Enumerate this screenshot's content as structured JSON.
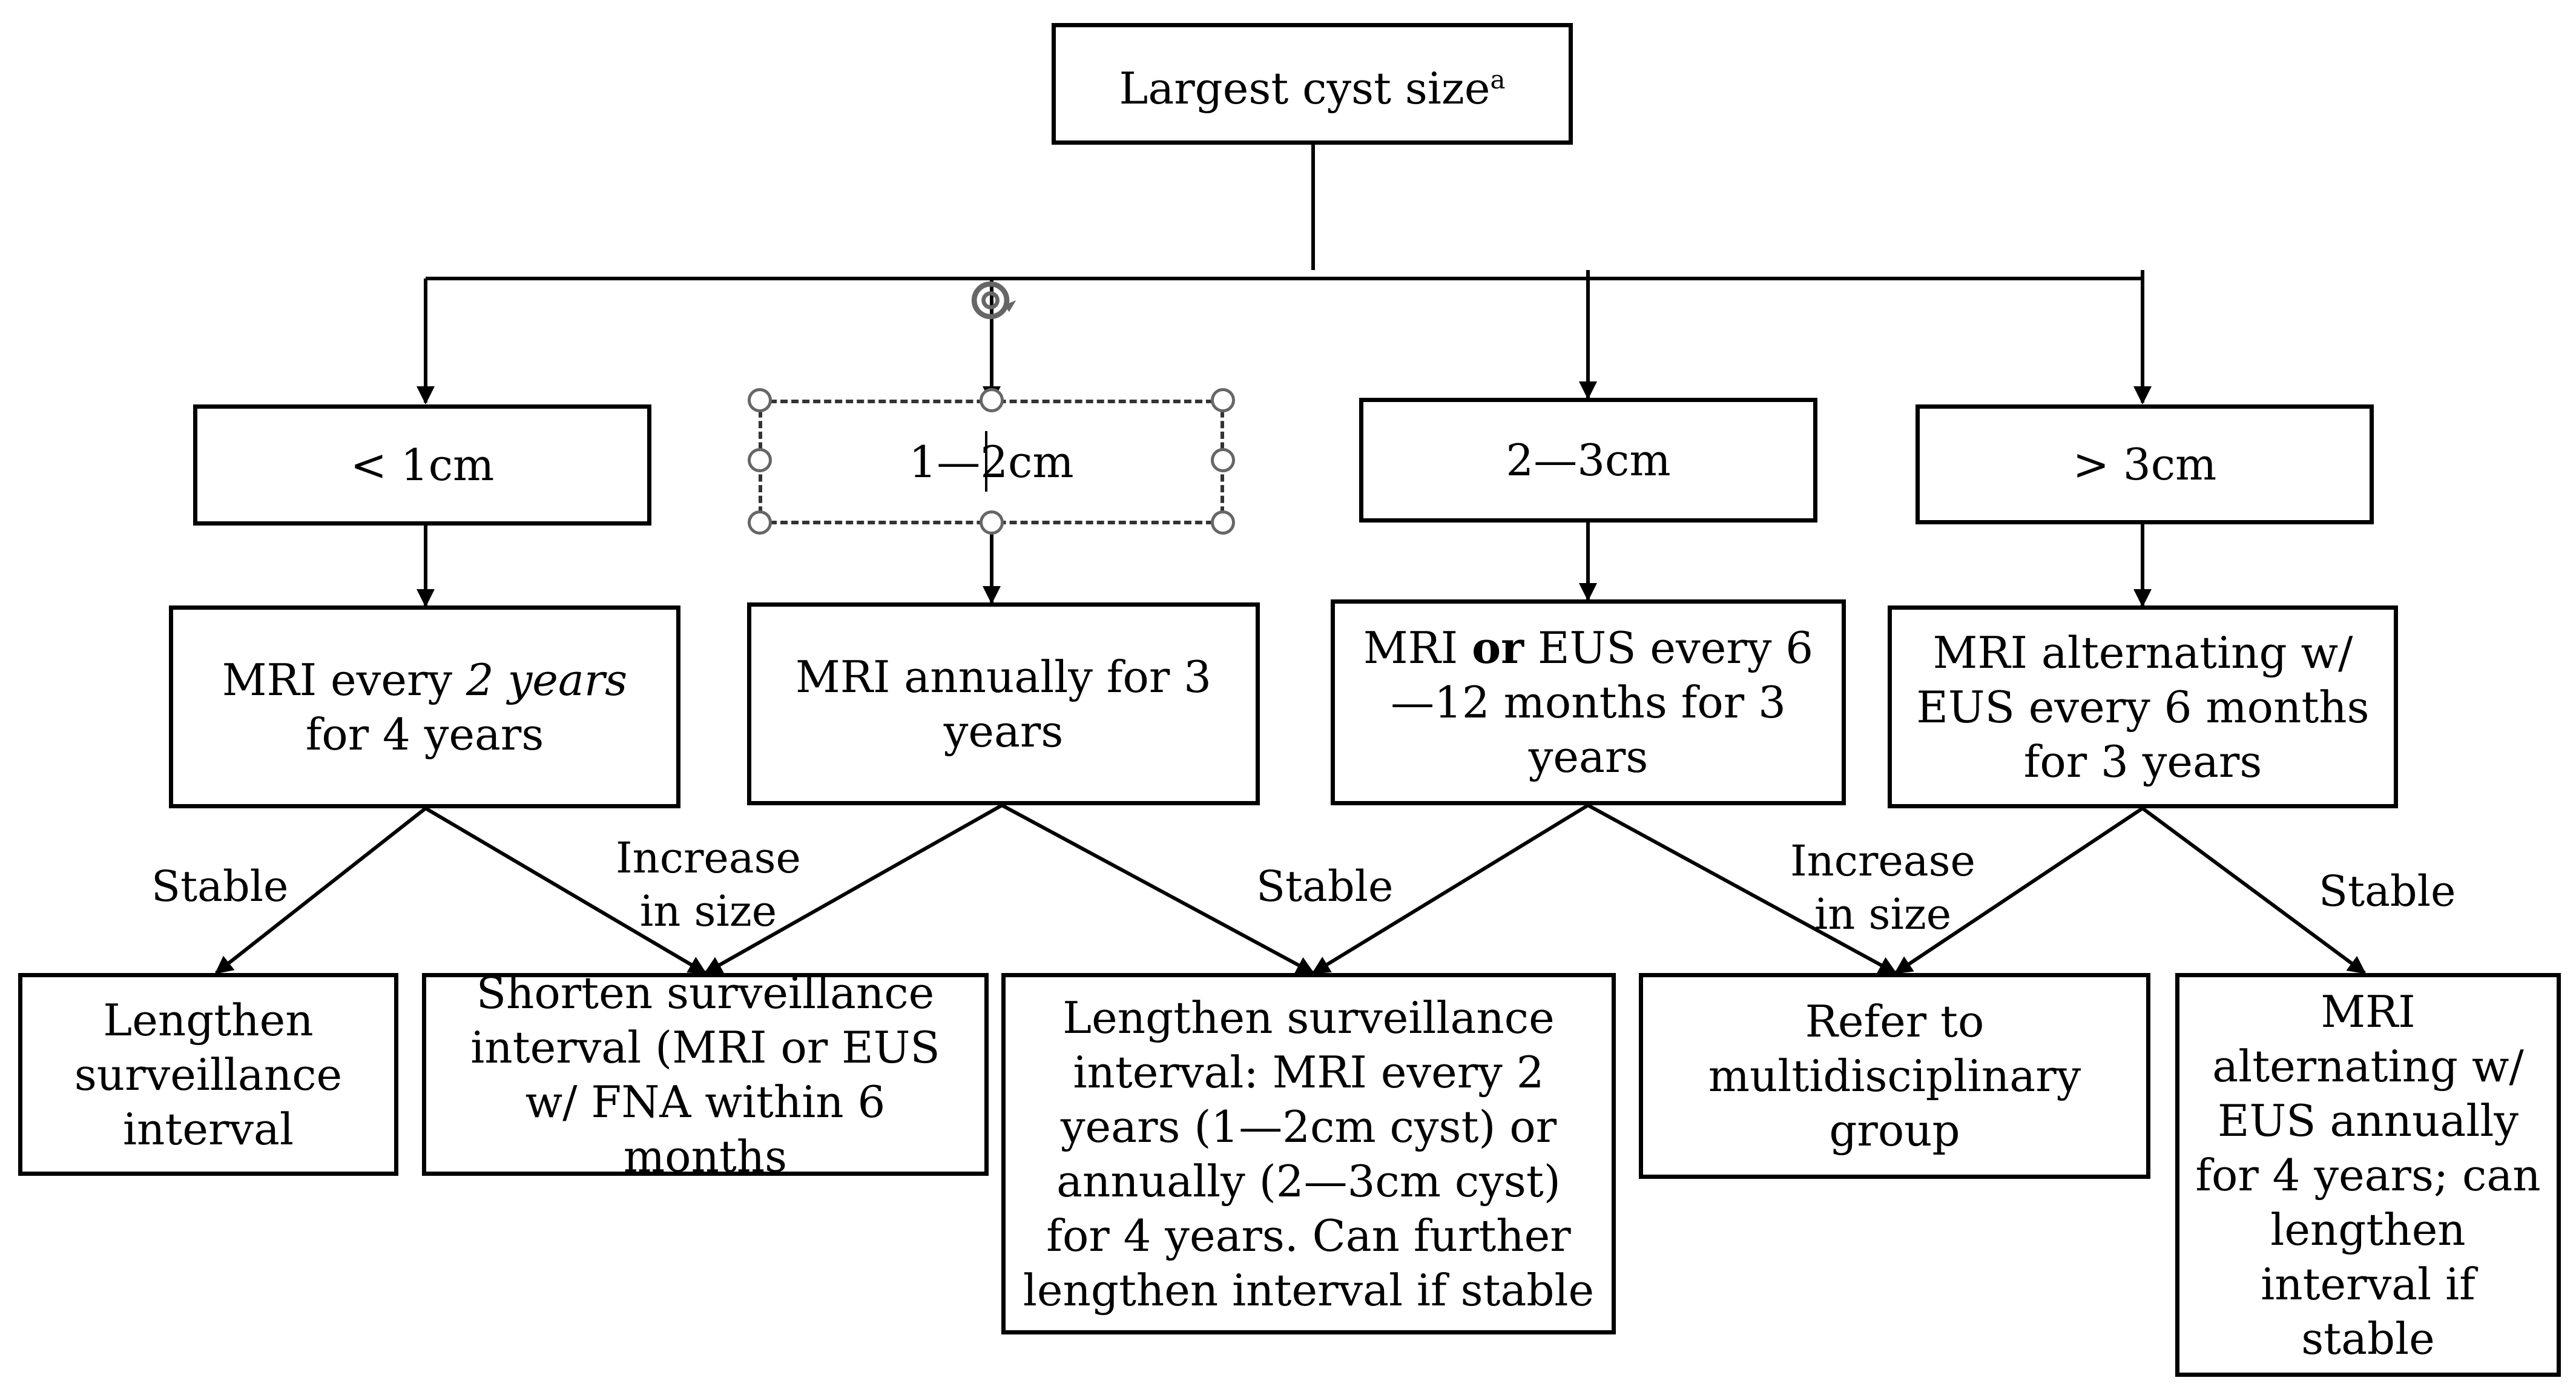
{
  "diagram": {
    "root": {
      "text": "Largest cyst size",
      "superscript": "a"
    },
    "size_categories": [
      {
        "id": "lt1",
        "text": "< 1cm"
      },
      {
        "id": "1to2",
        "text": "1—2cm"
      },
      {
        "id": "2to3",
        "text": "2—3cm"
      },
      {
        "id": "gt3",
        "text": "> 3cm"
      }
    ],
    "surveillance": {
      "lt1": {
        "pre": "MRI every ",
        "emph": "2 years",
        "post": " for 4 years"
      },
      "1to2": {
        "text": "MRI annually for 3 years"
      },
      "2to3": {
        "pre": "MRI ",
        "emph": "or",
        "post": " EUS every 6—12 months for 3 years"
      },
      "gt3": {
        "text": "MRI alternating w/ EUS every 6 months for 3 years"
      }
    },
    "edge_labels": {
      "stable_1": "Stable",
      "increase_1": "Increase in size",
      "stable_2": "Stable",
      "increase_2": "Increase in size",
      "stable_3": "Stable"
    },
    "outcomes": {
      "lengthen": "Lengthen surveillance interval",
      "shorten": "Shorten surveillance interval (MRI or EUS w/ FNA within 6 months",
      "lengthen_detail": "Lengthen surveillance interval: MRI every 2 years (1—2cm cyst) or annually (2—3cm cyst) for 4 years. Can further lengthen interval if stable",
      "refer": "Refer to multidisciplinary group",
      "alternating": "MRI alternating w/ EUS annually for 4 years; can lengthen interval if stable"
    },
    "editor_overlay": {
      "selected_node": "1to2",
      "icon": "rotate-handle-icon"
    }
  }
}
